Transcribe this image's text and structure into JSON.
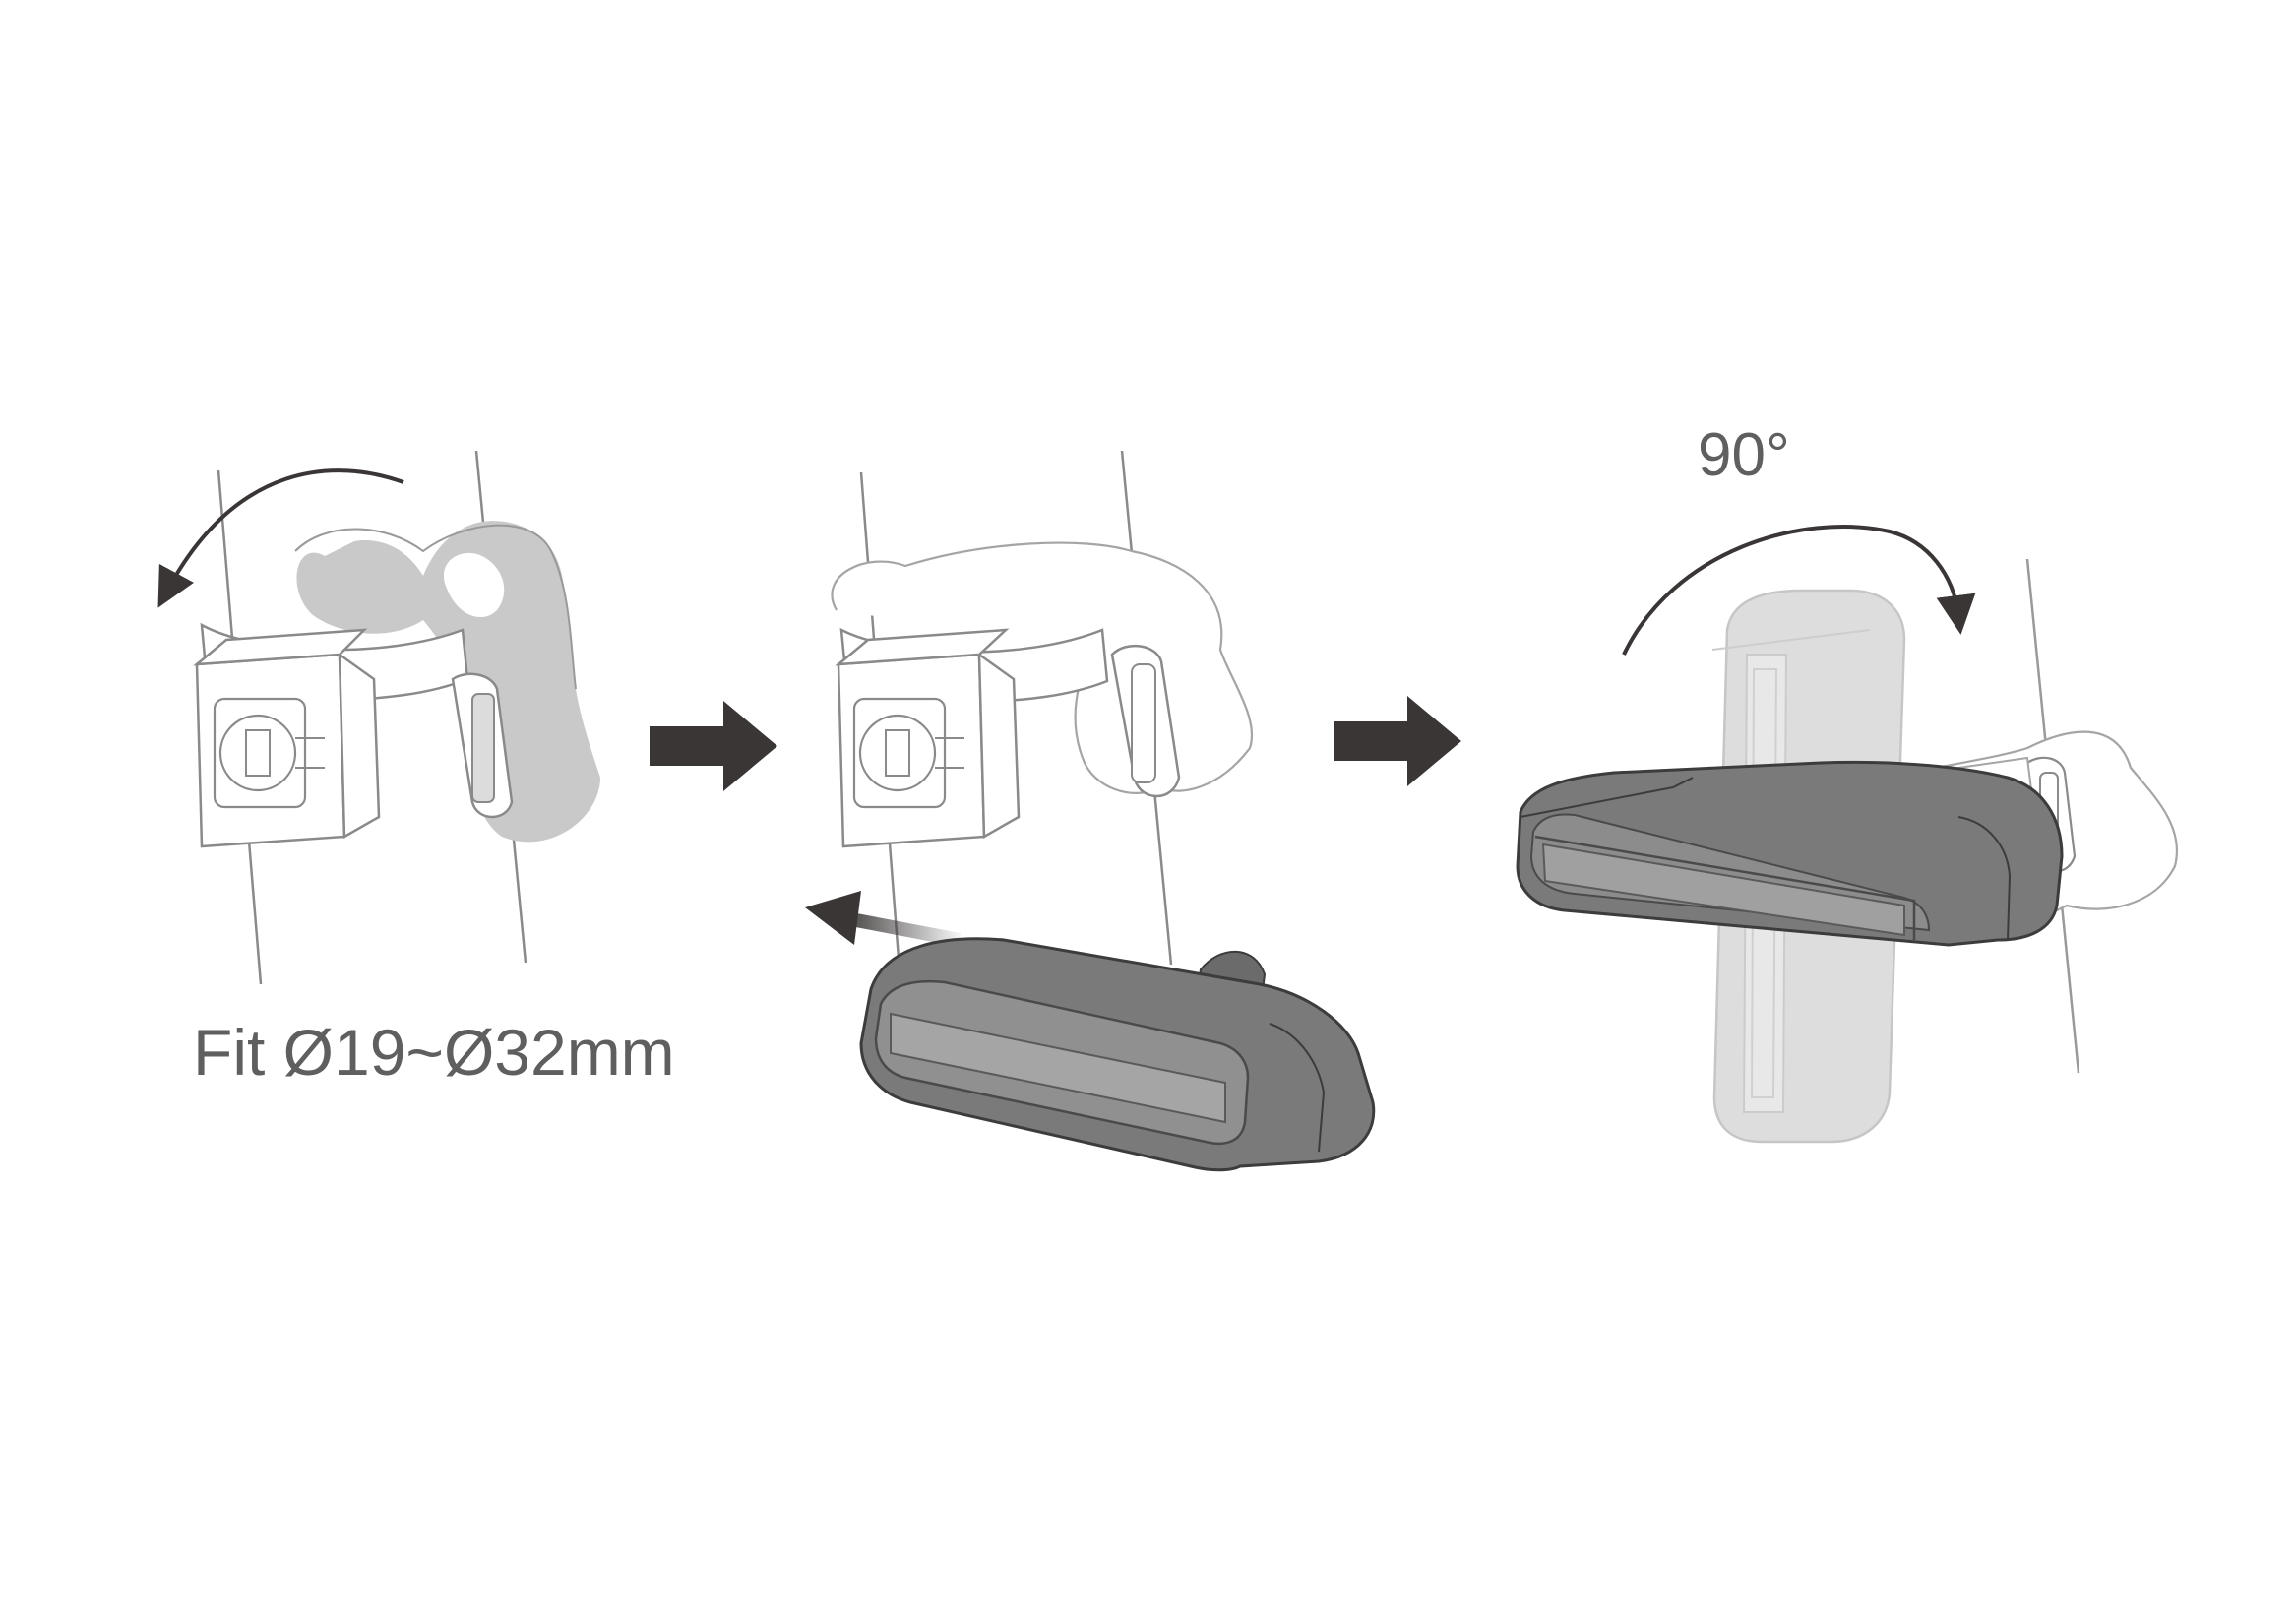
{
  "diagram": {
    "fit_label": "Fit Ø19~Ø32mm",
    "angle_label": "90°"
  },
  "colors": {
    "background": "#ffffff",
    "line": "#8a8a8a",
    "line_light": "#b5b5b5",
    "strap_shade": "#c4c4c4",
    "light_body": "#7a7a7a",
    "light_body_edge": "#3c3c3c",
    "light_lens": "#9a9a9a",
    "ghost_light": "#d3d3d3",
    "arrow": "#3a3636",
    "label": "#5f5f5f"
  },
  "steps": [
    {
      "id": 1,
      "action": "open-strap"
    },
    {
      "id": 2,
      "action": "slide-light-on"
    },
    {
      "id": 3,
      "action": "rotate-light"
    }
  ]
}
